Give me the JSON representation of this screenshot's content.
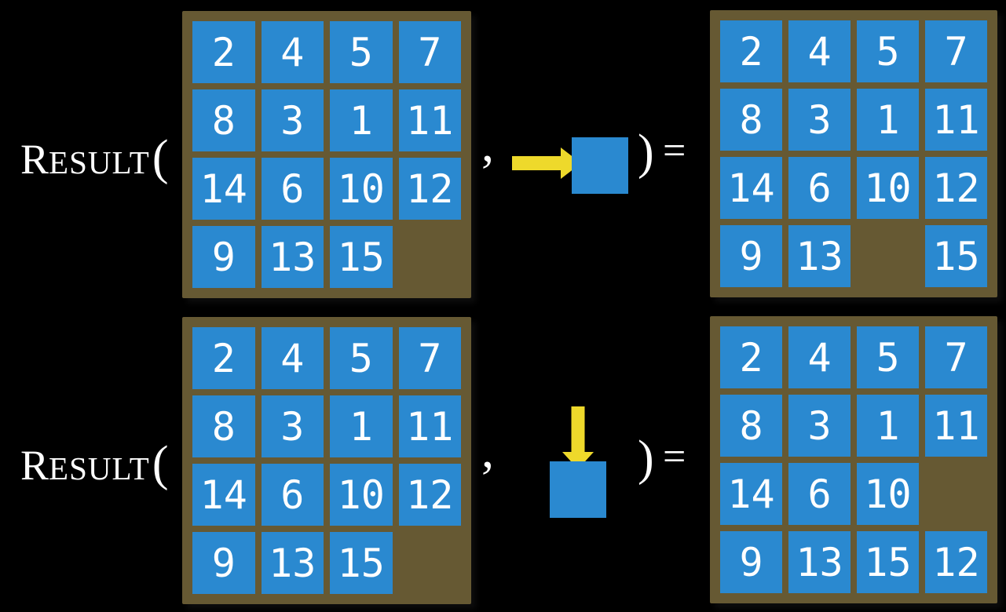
{
  "colors": {
    "background": "#000000",
    "board": "#665933",
    "tile": "#2a89d0",
    "tile_text": "#ffffff",
    "arrow": "#eed92b",
    "label_text": "#ffffff"
  },
  "rows": [
    {
      "function": {
        "initial": "R",
        "rest": "ESULT",
        "open_paren": "("
      },
      "comma": ",",
      "close_paren": ")",
      "equals": "=",
      "move": {
        "direction": "right",
        "icon": "arrow-right-into-tile"
      },
      "input_board": {
        "grid": [
          [
            "2",
            "4",
            "5",
            "7"
          ],
          [
            "8",
            "3",
            "1",
            "11"
          ],
          [
            "14",
            "6",
            "10",
            "12"
          ],
          [
            "9",
            "13",
            "15",
            ""
          ]
        ]
      },
      "output_board": {
        "grid": [
          [
            "2",
            "4",
            "5",
            "7"
          ],
          [
            "8",
            "3",
            "1",
            "11"
          ],
          [
            "14",
            "6",
            "10",
            "12"
          ],
          [
            "9",
            "13",
            "",
            "15"
          ]
        ]
      }
    },
    {
      "function": {
        "initial": "R",
        "rest": "ESULT",
        "open_paren": "("
      },
      "comma": ",",
      "close_paren": ")",
      "equals": "=",
      "move": {
        "direction": "down",
        "icon": "arrow-down-into-tile"
      },
      "input_board": {
        "grid": [
          [
            "2",
            "4",
            "5",
            "7"
          ],
          [
            "8",
            "3",
            "1",
            "11"
          ],
          [
            "14",
            "6",
            "10",
            "12"
          ],
          [
            "9",
            "13",
            "15",
            ""
          ]
        ]
      },
      "output_board": {
        "grid": [
          [
            "2",
            "4",
            "5",
            "7"
          ],
          [
            "8",
            "3",
            "1",
            "11"
          ],
          [
            "14",
            "6",
            "10",
            ""
          ],
          [
            "9",
            "13",
            "15",
            "12"
          ]
        ]
      }
    }
  ]
}
